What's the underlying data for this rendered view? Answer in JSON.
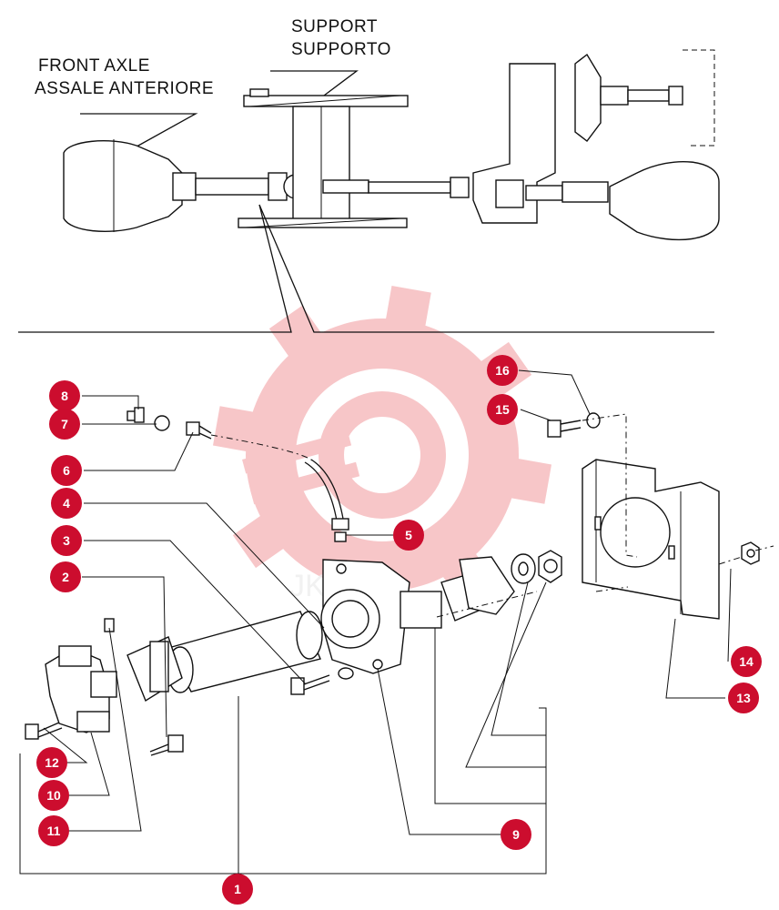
{
  "labels": {
    "support": "SUPPORT",
    "support_it": "SUPPORTO",
    "front_axle": "FRONT  AXLE",
    "front_axle_it": "ASSALE ANTERIORE"
  },
  "callouts": [
    {
      "id": "c1",
      "number": "1"
    },
    {
      "id": "c2",
      "number": "2"
    },
    {
      "id": "c3",
      "number": "3"
    },
    {
      "id": "c4",
      "number": "4"
    },
    {
      "id": "c5",
      "number": "5"
    },
    {
      "id": "c6",
      "number": "6"
    },
    {
      "id": "c7",
      "number": "7"
    },
    {
      "id": "c8",
      "number": "8"
    },
    {
      "id": "c9",
      "number": "9"
    },
    {
      "id": "c10",
      "number": "10"
    },
    {
      "id": "c11",
      "number": "11"
    },
    {
      "id": "c12",
      "number": "12"
    },
    {
      "id": "c13",
      "number": "13"
    },
    {
      "id": "c14",
      "number": "14"
    },
    {
      "id": "c15",
      "number": "15"
    },
    {
      "id": "c16",
      "number": "16"
    }
  ],
  "colors": {
    "callout": "#cc0d2e",
    "watermark": "#f5b3b6",
    "ink": "#111111"
  },
  "watermark_icon": "gear-wrench-icon"
}
